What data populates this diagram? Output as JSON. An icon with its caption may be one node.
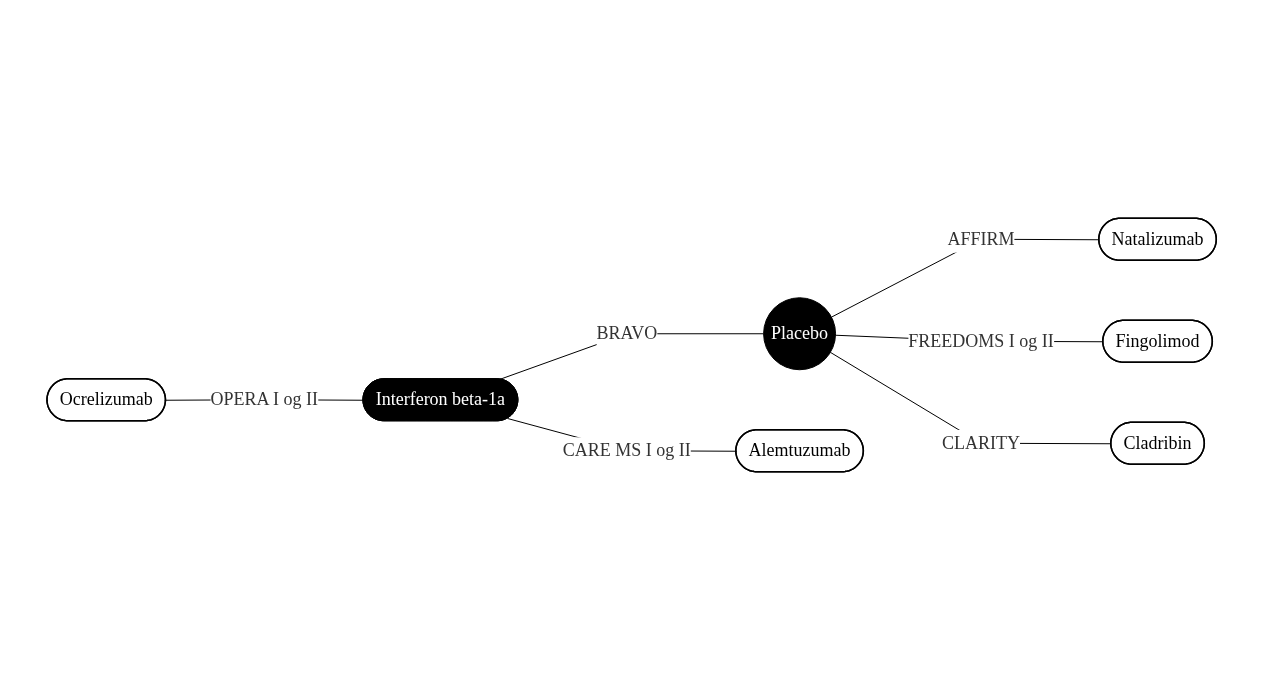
{
  "diagram": {
    "nodes": [
      {
        "text": [
          "Ocrelizumab"
        ]
      },
      {
        "text": [
          "Natalizumab"
        ]
      },
      {
        "text": [
          "Interferon beta-1a"
        ]
      },
      {
        "text": [
          "Placebo"
        ]
      },
      {
        "text": [
          "Fingolimod"
        ]
      },
      {
        "text": [
          "Alemtuzumab"
        ]
      },
      {
        "text": [
          "Cladribin"
        ]
      }
    ],
    "edges": [
      {
        "from": 0,
        "to": 2,
        "arrow": "none",
        "label": "OPERA I og II"
      },
      {
        "from": 2,
        "to": 3,
        "arrow": "none",
        "label": "BRAVO"
      },
      {
        "from": 3,
        "to": 1,
        "arrow": "none",
        "label": "AFFIRM"
      },
      {
        "from": 3,
        "to": 4,
        "arrow": "none",
        "label": "FREEDOMS I og II"
      },
      {
        "from": 2,
        "to": 5,
        "arrow": "none",
        "label": "CARE MS I og II"
      },
      {
        "from": 3,
        "to": 6,
        "arrow": "none",
        "label": "CLARITY"
      }
    ]
  }
}
